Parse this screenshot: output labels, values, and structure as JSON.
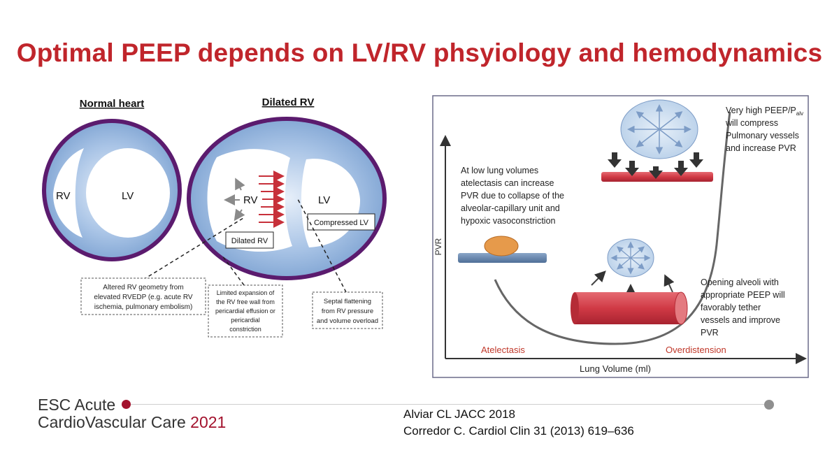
{
  "slide": {
    "title": "Optimal PEEP depends on LV/RV phsyiology and hemodynamics"
  },
  "heart_diagram": {
    "normal_heading": "Normal heart",
    "dilated_heading": "Dilated RV",
    "normal_rv": "RV",
    "normal_lv": "LV",
    "dilated_rv": "RV",
    "dilated_lv": "LV",
    "box_dilated_rv": "Dilated RV",
    "box_compressed_lv": "Compressed LV",
    "note_geometry": [
      "Altered RV geometry from",
      "elevated RVEDP (e.g. acute RV",
      "ischemia, pulmonary embolism)"
    ],
    "note_expansion": [
      "Limited expansion of",
      "the RV free wall from",
      "pericardial effusion or",
      "pericardial",
      "constriction"
    ],
    "note_septal": [
      "Septal flattening",
      "from RV pressure",
      "and volume overload"
    ],
    "colors": {
      "ring": "#5b1b6e",
      "fill": "#9dbbe0",
      "arrow_red": "#c7303a"
    }
  },
  "pvr_diagram": {
    "y_axis": "PVR",
    "x_axis": "Lung Volume (ml)",
    "zone_left": "Atelectasis",
    "zone_right": "Overdistension",
    "note_low": [
      "At low lung volumes",
      "atelectasis can increase",
      "PVR due to collapse of the",
      "alveolar-capillary unit and",
      "hypoxic vasoconstriction"
    ],
    "note_high": [
      "Very high PEEP/P",
      "will compress",
      "Pulmonary vessels",
      "and increase PVR"
    ],
    "note_high_sub": "alv",
    "note_opening": [
      "Opening alveoli with",
      "appropriate PEEP will",
      "favorably tether",
      "vessels and improve",
      "PVR"
    ],
    "colors": {
      "zone_text": "#c0392b",
      "vessel_red": "#d03a45",
      "vessel_blue": "#5b7ea8"
    }
  },
  "footer": {
    "conference_line1": "ESC Acute",
    "conference_line2": "CardioVascular Care",
    "conference_year": "2021",
    "reference_1": "Alviar CL JACC 2018",
    "reference_2": "Corredor C. Cardiol Clin 31 (2013) 619–636"
  }
}
